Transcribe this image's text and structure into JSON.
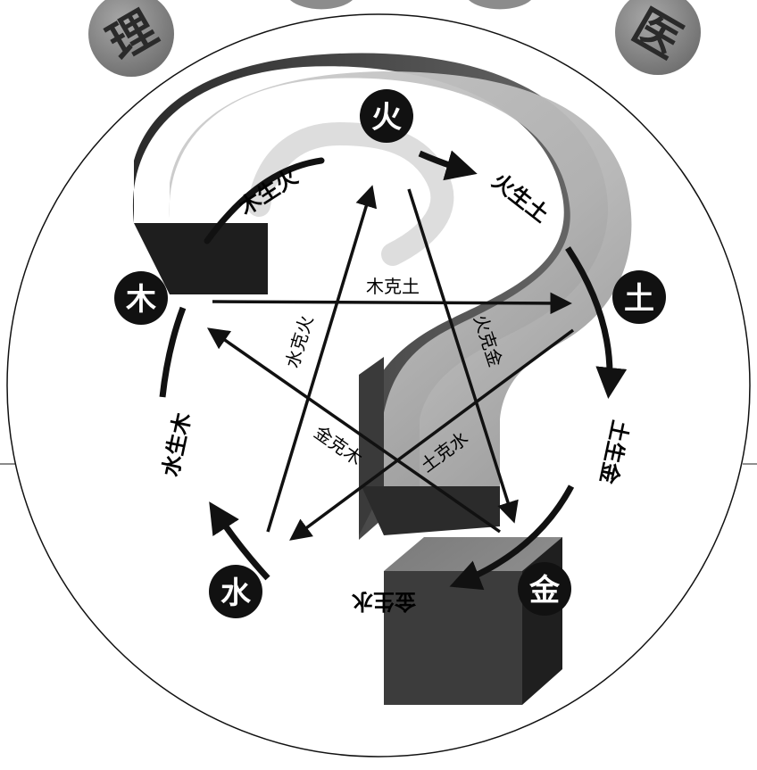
{
  "badges": [
    {
      "id": "li",
      "text": "理"
    },
    {
      "id": "yi",
      "text": "医"
    }
  ],
  "elements": [
    {
      "id": "fire",
      "text": "火"
    },
    {
      "id": "earth",
      "text": "土"
    },
    {
      "id": "metal",
      "text": "金"
    },
    {
      "id": "water",
      "text": "水"
    },
    {
      "id": "wood",
      "text": "木"
    }
  ],
  "generating_cycle": [
    {
      "id": "wood-fire",
      "text": "木生火"
    },
    {
      "id": "fire-earth",
      "text": "火生土"
    },
    {
      "id": "earth-metal",
      "text": "土生金"
    },
    {
      "id": "metal-water",
      "text": "金生水"
    },
    {
      "id": "water-wood",
      "text": "水生木"
    }
  ],
  "controlling_cycle": [
    {
      "id": "wood-earth",
      "text": "木克土"
    },
    {
      "id": "water-fire",
      "text": "水克火"
    },
    {
      "id": "fire-metal",
      "text": "火克金"
    },
    {
      "id": "metal-wood",
      "text": "金克木"
    },
    {
      "id": "earth-water",
      "text": "土克水"
    }
  ],
  "colors": {
    "node_fill": "#111111",
    "node_text": "#ffffff",
    "arrow": "#111111",
    "question_mark_light": "#bdbdbd",
    "question_mark_dark": "#555555",
    "badge_fill": "#8c8c8c"
  }
}
